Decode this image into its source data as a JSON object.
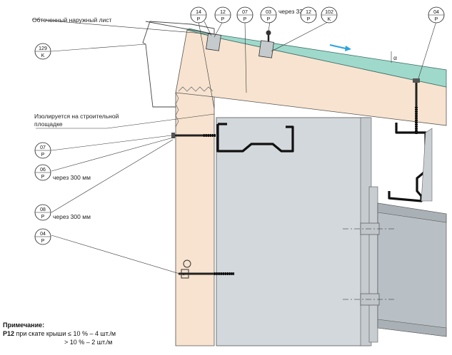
{
  "labels": {
    "outer_sheet": "Обточенный наружный лист",
    "insulated_1": "Изолируется на строительной",
    "insulated_2": "площадке",
    "spacing_333": "через 333 мм",
    "spacing_300a": "через 300 мм",
    "spacing_300b": "через 300 мм",
    "alpha": "α"
  },
  "tags": [
    {
      "num": "14",
      "sub": "P"
    },
    {
      "num": "12",
      "sub": "P"
    },
    {
      "num": "07",
      "sub": "P"
    },
    {
      "num": "03",
      "sub": "P"
    },
    {
      "num": "12",
      "sub": "P"
    },
    {
      "num": "102",
      "sub": "K"
    },
    {
      "num": "04",
      "sub": "P"
    },
    {
      "num": "129",
      "sub": "K"
    },
    {
      "num": "07",
      "sub": "P"
    },
    {
      "num": "06",
      "sub": "P"
    },
    {
      "num": "08",
      "sub": "P"
    },
    {
      "num": "04",
      "sub": "P"
    }
  ],
  "note": {
    "title": "Примечание:",
    "code": "P12",
    "line1": " при скате крыши ≤ 10 % – 4 шт./м",
    "line2": "> 10 % – 2 шт./м"
  },
  "colors": {
    "insulation": "#f7e3cf",
    "roof_sheet": "#9fd9cc",
    "steel": "#d3d8dc",
    "dark_steel": "#b4bbc0",
    "arrow": "#29a3e0"
  }
}
